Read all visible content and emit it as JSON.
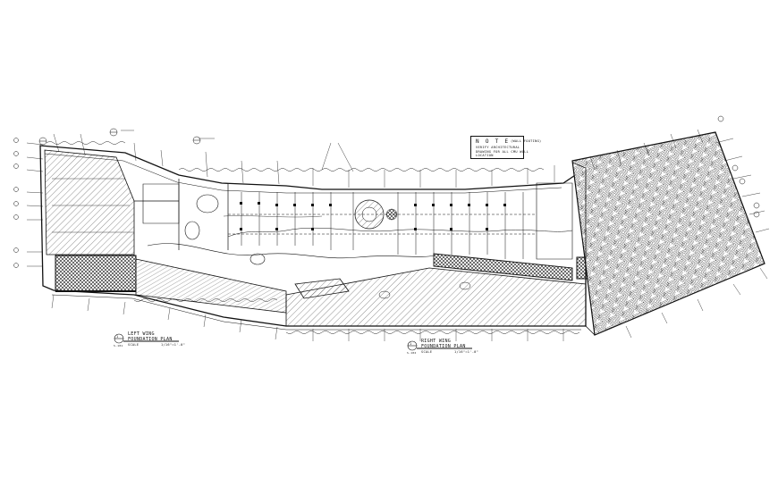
{
  "note": {
    "heading": "N O T E",
    "heading_sub": "(WALL FOOTING)",
    "lines": [
      "VERIFY ARCHITECTURAL",
      "DRAWING FOR ALL CMU WALL",
      "LOCATION"
    ]
  },
  "left_plan": {
    "number": "1",
    "sheet": "S-101",
    "title_line1": "LEFT WING",
    "title_line2": "FOUNDATION PLAN",
    "scale_label": "SCALE",
    "scale_value": "1/16\"=1'-0\""
  },
  "right_plan": {
    "number": "1",
    "sheet": "S-102",
    "title_line1": "RIGHT WING",
    "title_line2": "FOUNDATION PLAN",
    "scale_label": "SCALE",
    "scale_value": "1/16\"=1'-0\""
  },
  "colors": {
    "ink": "#111111",
    "paper": "#ffffff"
  }
}
